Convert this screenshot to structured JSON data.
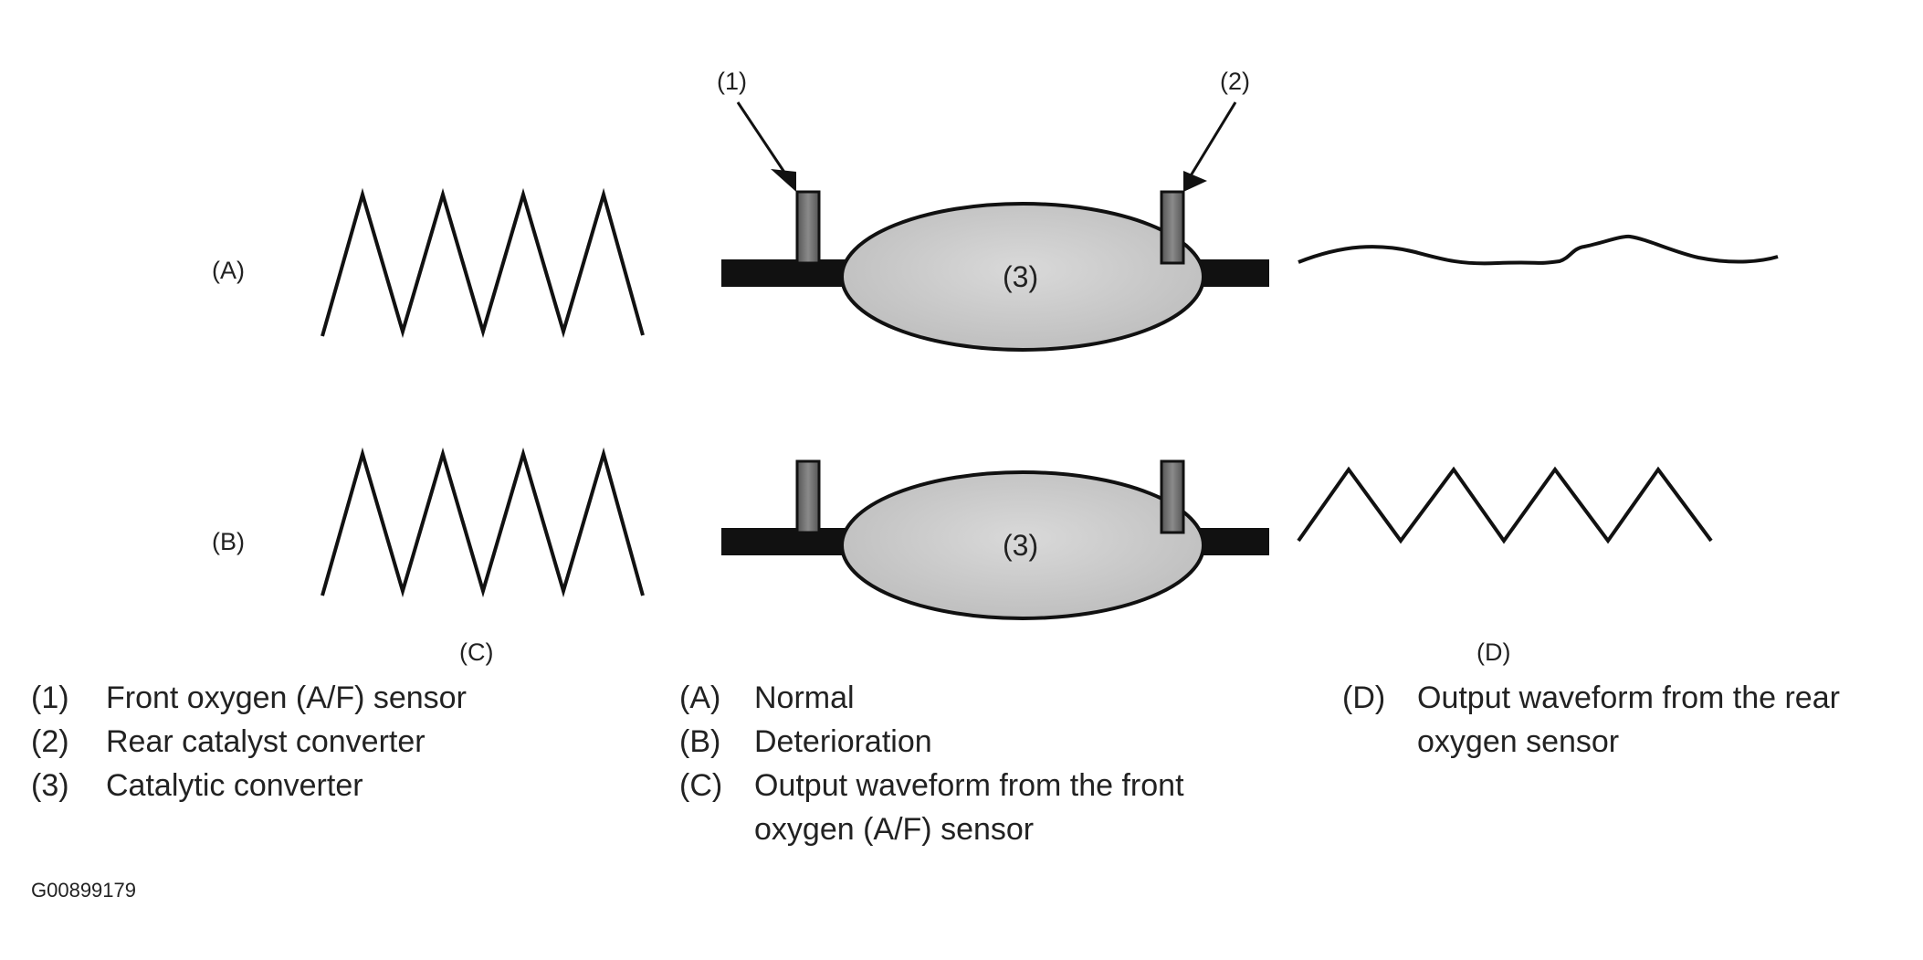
{
  "labels": {
    "row_a": "(A)",
    "row_b": "(B)",
    "col_c": "(C)",
    "col_d": "(D)",
    "sensor_1": "(1)",
    "sensor_2": "(2)",
    "converter_a": "(3)",
    "converter_b": "(3)"
  },
  "legend": {
    "items_1": [
      {
        "key": "(1)",
        "text": "Front oxygen (A/F) sensor"
      },
      {
        "key": "(2)",
        "text": "Rear catalyst converter"
      },
      {
        "key": "(3)",
        "text": "Catalytic converter"
      }
    ],
    "items_2": [
      {
        "key": "(A)",
        "text": "Normal"
      },
      {
        "key": "(B)",
        "text": "Deterioration"
      },
      {
        "key": "(C)",
        "text": "Output waveform from the front oxygen (A/F) sensor"
      }
    ],
    "items_3": [
      {
        "key": "(D)",
        "text": "Output waveform from the rear oxygen sensor"
      }
    ]
  },
  "figure_code": "G00899179",
  "colors": {
    "line": "#111111",
    "pipe": "#111111",
    "converter_fill": "#cfcfcf",
    "sensor_fill": "#777777"
  }
}
